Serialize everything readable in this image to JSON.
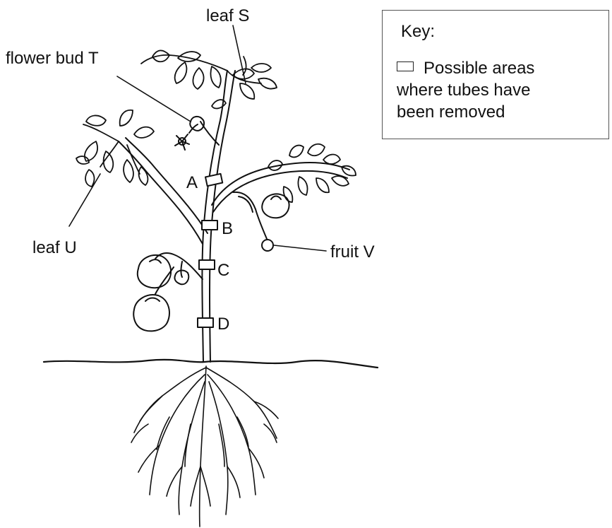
{
  "labels": {
    "leaf_s": "leaf S",
    "flower_bud_t": "flower bud T",
    "leaf_u": "leaf U",
    "fruit_v": "fruit V",
    "site_a": "A",
    "site_b": "B",
    "site_c": "C",
    "site_d": "D"
  },
  "key": {
    "title": "Key:",
    "symbol_icon": "rectangle-outline-icon",
    "line1": "Possible areas",
    "line2": "where tubes have",
    "line3": "been removed"
  },
  "colors": {
    "ink": "#111111",
    "background": "#ffffff"
  }
}
